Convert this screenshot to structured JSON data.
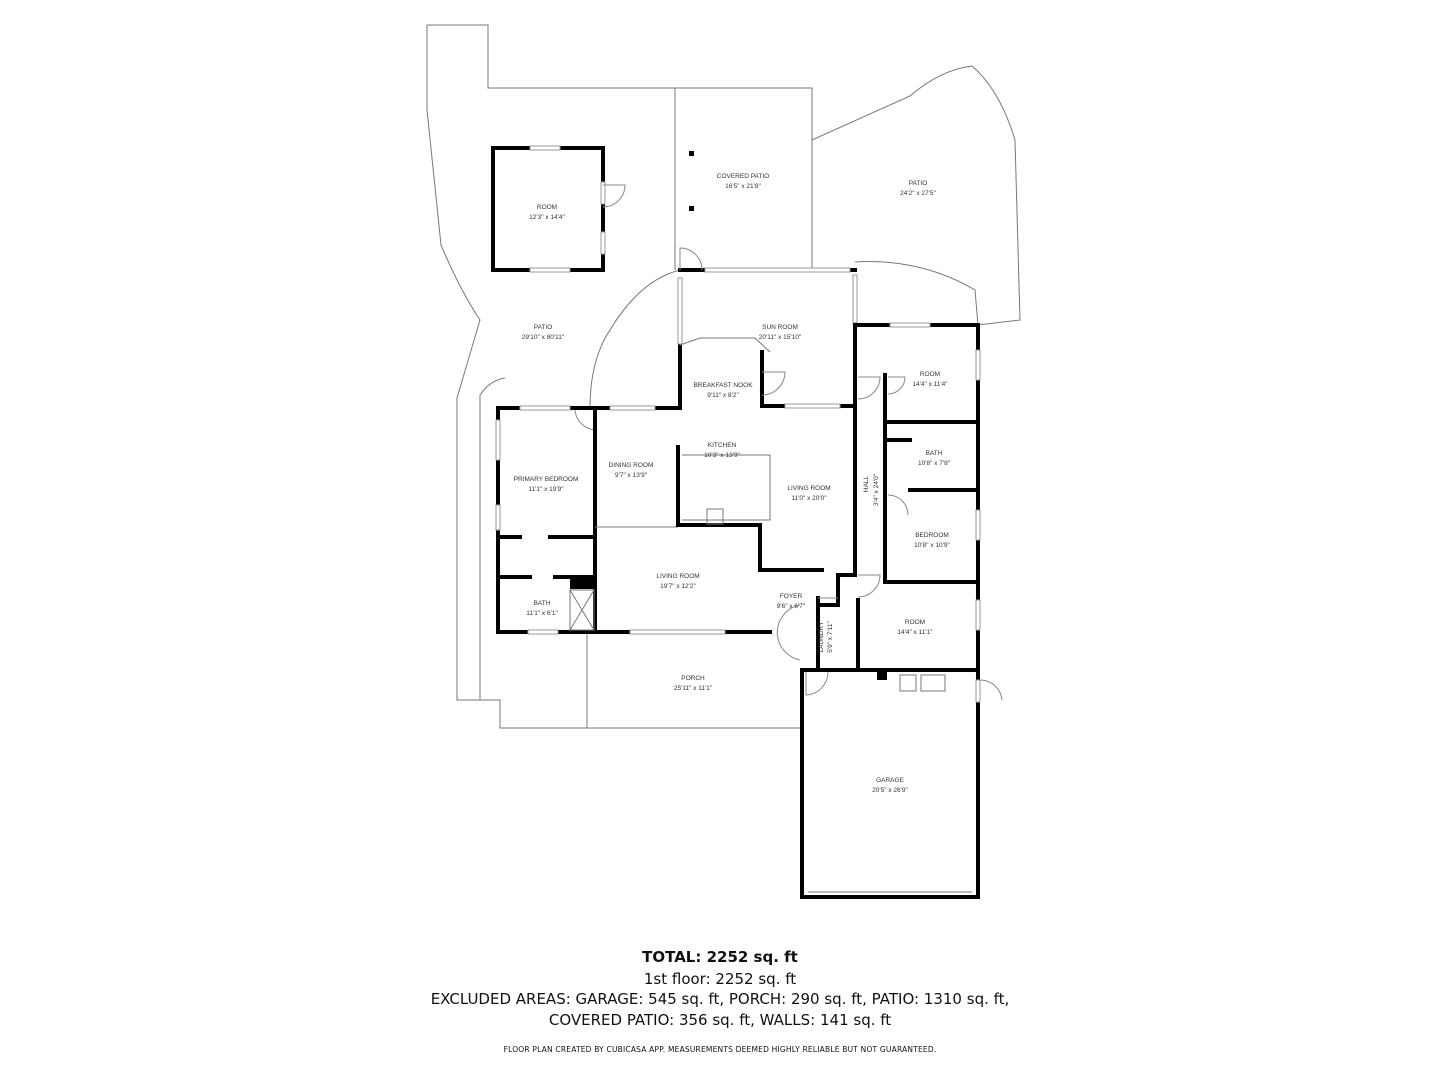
{
  "rooms": [
    {
      "name": "ROOM",
      "dims": "12'3\" x 14'4\""
    },
    {
      "name": "COVERED PATIO",
      "dims": "16'5\" x 21'8\""
    },
    {
      "name": "PATIO",
      "dims": "24'2\" x 27'5\""
    },
    {
      "name": "PATIO",
      "dims": "29'10\" x 80'11\""
    },
    {
      "name": "SUN ROOM",
      "dims": "20'11\" x 15'10\""
    },
    {
      "name": "BREAKFAST NOOK",
      "dims": "9'11\" x 8'2\""
    },
    {
      "name": "ROOM",
      "dims": "14'4\" x 11'4\""
    },
    {
      "name": "KITCHEN",
      "dims": "10'3\" x 13'9\""
    },
    {
      "name": "DINING ROOM",
      "dims": "9'7\" x 13'9\""
    },
    {
      "name": "PRIMARY BEDROOM",
      "dims": "11'1\" x 19'9\""
    },
    {
      "name": "LIVING ROOM",
      "dims": "11'0\" x 20'0\""
    },
    {
      "name": "HALL",
      "dims": "3'4\" x 24'0\""
    },
    {
      "name": "BATH",
      "dims": "10'8\" x 7'8\""
    },
    {
      "name": "BEDROOM",
      "dims": "10'8\" x 10'9\""
    },
    {
      "name": "LIVING ROOM",
      "dims": "19'7\" x 12'2\""
    },
    {
      "name": "FOYER",
      "dims": "9'6\" x 6'7\""
    },
    {
      "name": "BATH",
      "dims": "11'1\" x 6'1\""
    },
    {
      "name": "LAUNDRY",
      "dims": "5'9\" x 7'11\""
    },
    {
      "name": "ROOM",
      "dims": "14'4\" x 11'1\""
    },
    {
      "name": "PORCH",
      "dims": "25'11\" x 11'1\""
    },
    {
      "name": "GARAGE",
      "dims": "20'5\" x 26'9\""
    }
  ],
  "footer": {
    "total": "TOTAL: 2252 sq. ft",
    "floor": "1st floor: 2252 sq. ft",
    "excluded_line1": "EXCLUDED AREAS: GARAGE: 545 sq. ft, PORCH: 290 sq. ft, PATIO: 1310 sq. ft,",
    "excluded_line2": "COVERED PATIO: 356 sq. ft, WALLS: 141 sq. ft",
    "credit": "FLOOR PLAN CREATED BY CUBICASA APP. MEASUREMENTS DEEMED HIGHLY RELIABLE BUT NOT GUARANTEED."
  }
}
